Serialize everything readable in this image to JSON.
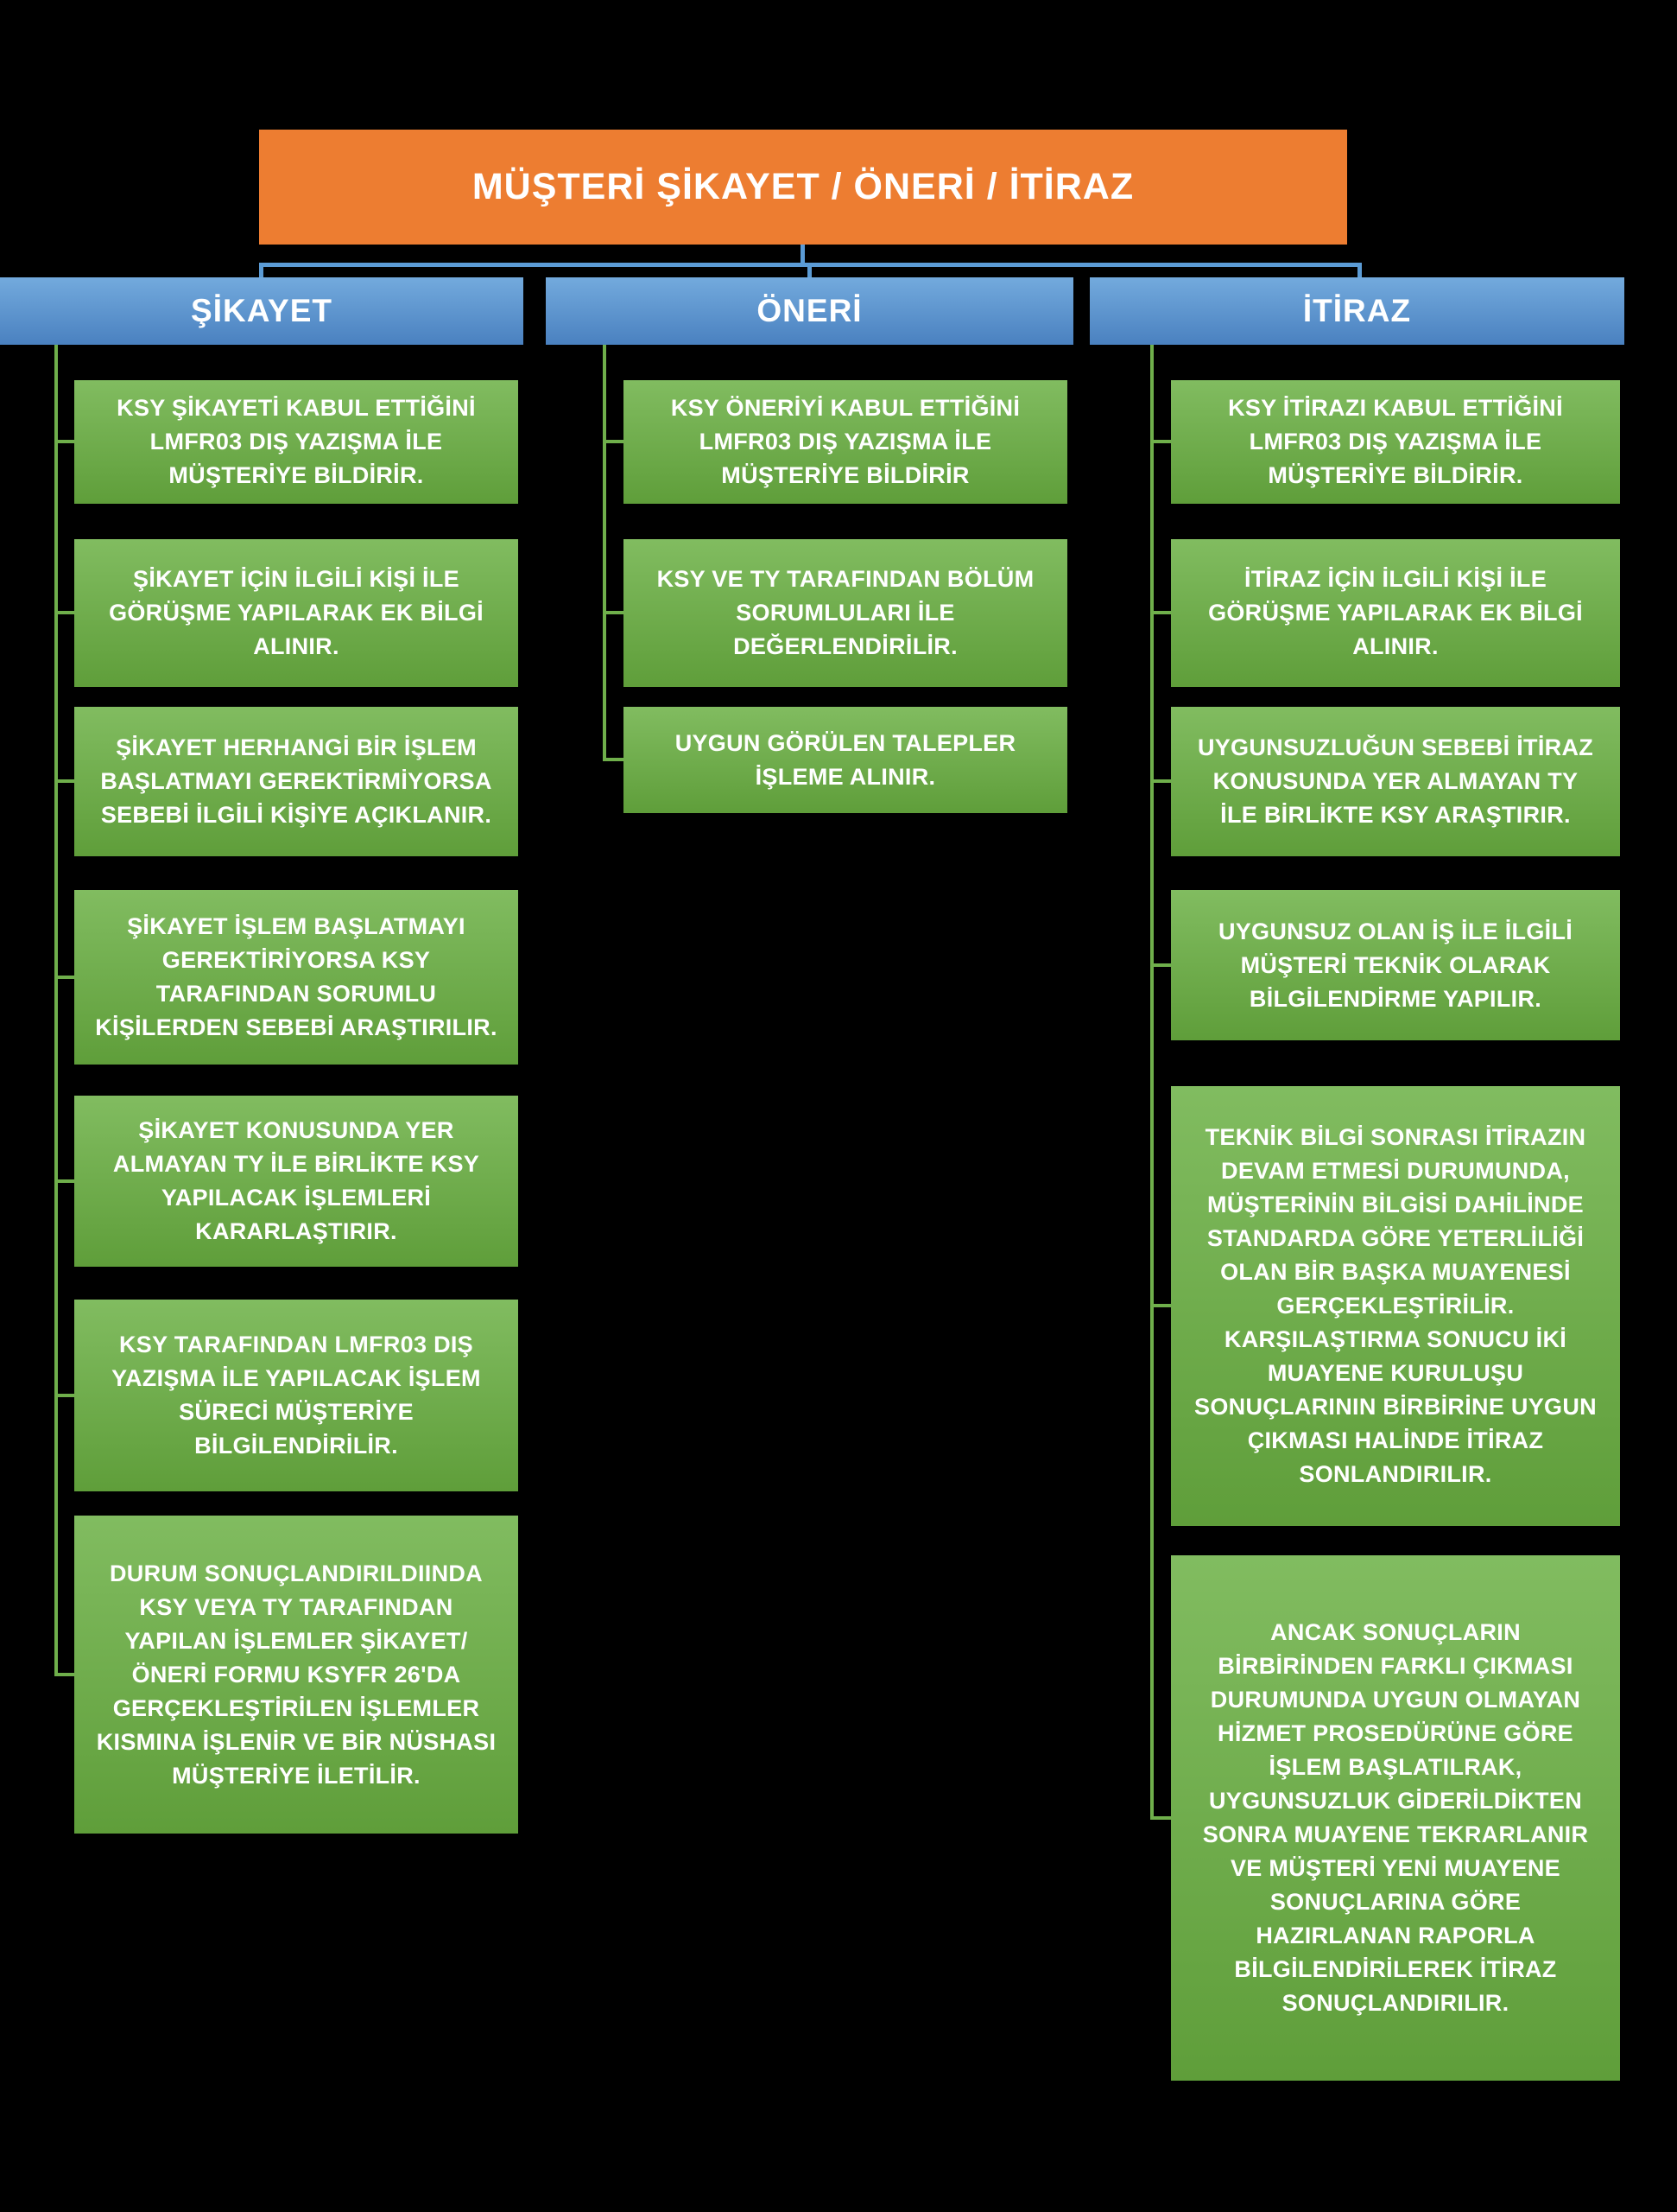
{
  "title": "MÜŞTERİ ŞİKAYET / ÖNERİ / İTİRAZ",
  "colors": {
    "background": "#000000",
    "title_fill": "#ED7D31",
    "title_text": "#FFFFFF",
    "header_fill_top": "#73AADD",
    "header_fill_bottom": "#4A81C0",
    "header_text": "#FFFFFF",
    "node_fill_top": "#81BC60",
    "node_fill_bottom": "#5F9E3A",
    "node_text": "#FFFFFF",
    "connector_blue": "#5B9BD5",
    "connector_green": "#6FAF4B"
  },
  "columns": [
    {
      "header": "ŞİKAYET",
      "boxes": [
        "KSY ŞİKAYETİ KABUL ETTİĞİNİ\nLMFR03 DIŞ YAZIŞMA İLE\nMÜŞTERİYE BİLDİRİR.",
        "ŞİKAYET İÇİN İLGİLİ KİŞİ İLE\nGÖRÜŞME YAPILARAK EK BİLGİ\nALINIR.",
        "ŞİKAYET HERHANGİ BİR İŞLEM\nBAŞLATMAYI GEREKTİRMİYORSA\nSEBEBİ İLGİLİ KİŞİYE AÇIKLANIR.",
        "ŞİKAYET İŞLEM BAŞLATMAYI\nGEREKTİRİYORSA KSY\nTARAFINDAN SORUMLU\nKİŞİLERDEN SEBEBİ ARAŞTIRILIR.",
        "ŞİKAYET KONUSUNDA YER\nALMAYAN TY İLE BİRLİKTE KSY\nYAPILACAK İŞLEMLERİ\nKARARLAŞTIRIR.",
        "KSY TARAFINDAN LMFR03 DIŞ\nYAZIŞMA İLE YAPILACAK İŞLEM\nSÜRECİ MÜŞTERİYE\nBİLGİLENDİRİLİR.",
        "DURUM SONUÇLANDIRILDIINDA\nKSY VEYA TY TARAFINDAN\nYAPILAN İŞLEMLER ŞİKAYET/\nÖNERİ FORMU KSYFR 26'DA\nGERÇEKLEŞTİRİLEN İŞLEMLER\nKISMINA İŞLENİR VE BİR NÜSHASI\nMÜŞTERİYE İLETİLİR."
      ]
    },
    {
      "header": "ÖNERİ",
      "boxes": [
        "KSY ÖNERİYİ KABUL ETTİĞİNİ\nLMFR03 DIŞ YAZIŞMA İLE\nMÜŞTERİYE BİLDİRİR",
        "KSY VE TY TARAFINDAN BÖLÜM\nSORUMLULARI İLE\nDEĞERLENDİRİLİR.",
        "UYGUN GÖRÜLEN TALEPLER\nİŞLEME ALINIR."
      ]
    },
    {
      "header": "İTİRAZ",
      "boxes": [
        "KSY İTİRAZI KABUL ETTİĞİNİ\nLMFR03 DIŞ YAZIŞMA İLE\nMÜŞTERİYE BİLDİRİR.",
        "İTİRAZ İÇİN İLGİLİ KİŞİ İLE\nGÖRÜŞME YAPILARAK EK BİLGİ\nALINIR.",
        "UYGUNSUZLUĞUN SEBEBİ İTİRAZ\nKONUSUNDA YER ALMAYAN TY\nİLE BİRLİKTE KSY ARAŞTIRIR.",
        "UYGUNSUZ OLAN İŞ İLE İLGİLİ\nMÜŞTERİ TEKNİK OLARAK\nBİLGİLENDİRME YAPILIR.",
        "TEKNİK BİLGİ SONRASI İTİRAZIN\nDEVAM ETMESİ DURUMUNDA,\nMÜŞTERİNİN BİLGİSİ DAHİLİNDE\nSTANDARDA GÖRE YETERLİLİĞİ\nOLAN BİR BAŞKA MUAYENESİ\nGERÇEKLEŞTİRİLİR.\nKARŞILAŞTIRMA SONUCU İKİ\nMUAYENE KURULUŞU\nSONUÇLARININ BİRBİRİNE UYGUN\nÇIKMASI HALİNDE İTİRAZ\nSONLANDIRILIR.",
        "ANCAK SONUÇLARIN\nBİRBİRİNDEN FARKLI ÇIKMASI\nDURUMUNDA UYGUN OLMAYAN\nHİZMET PROSEDÜRÜNE GÖRE\nİŞLEM BAŞLATILRAK,\nUYGUNSUZLUK GİDERİLDİKTEN\nSONRA MUAYENE TEKRARLANIR\nVE MÜŞTERİ YENİ MUAYENE\nSONUÇLARINA GÖRE\nHAZIRLANAN RAPORLA\nBİLGİLENDİRİLEREK İTİRAZ\nSONUÇLANDIRILIR."
      ]
    }
  ]
}
